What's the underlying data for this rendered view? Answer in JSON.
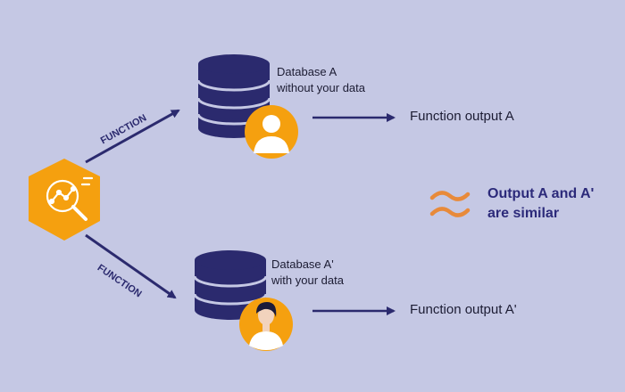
{
  "colors": {
    "background": "#c5c8e4",
    "navy": "#2b2a6e",
    "orange": "#f5a00f",
    "wave": "#e88a3a"
  },
  "function_label_top": "FUNCTION",
  "function_label_bottom": "FUNCTION",
  "database_a": {
    "line1": "Database A",
    "line2": "without your data"
  },
  "database_a_prime": {
    "line1": "Database A'",
    "line2": "with your data"
  },
  "output_a": "Function output A",
  "output_a_prime": "Function output A'",
  "similar": {
    "line1": "Output A and A'",
    "line2": "are similar"
  },
  "icons": [
    "analytics-magnifier-icon",
    "database-icon",
    "anonymous-user-icon",
    "person-avatar-icon",
    "approx-equal-icon"
  ]
}
